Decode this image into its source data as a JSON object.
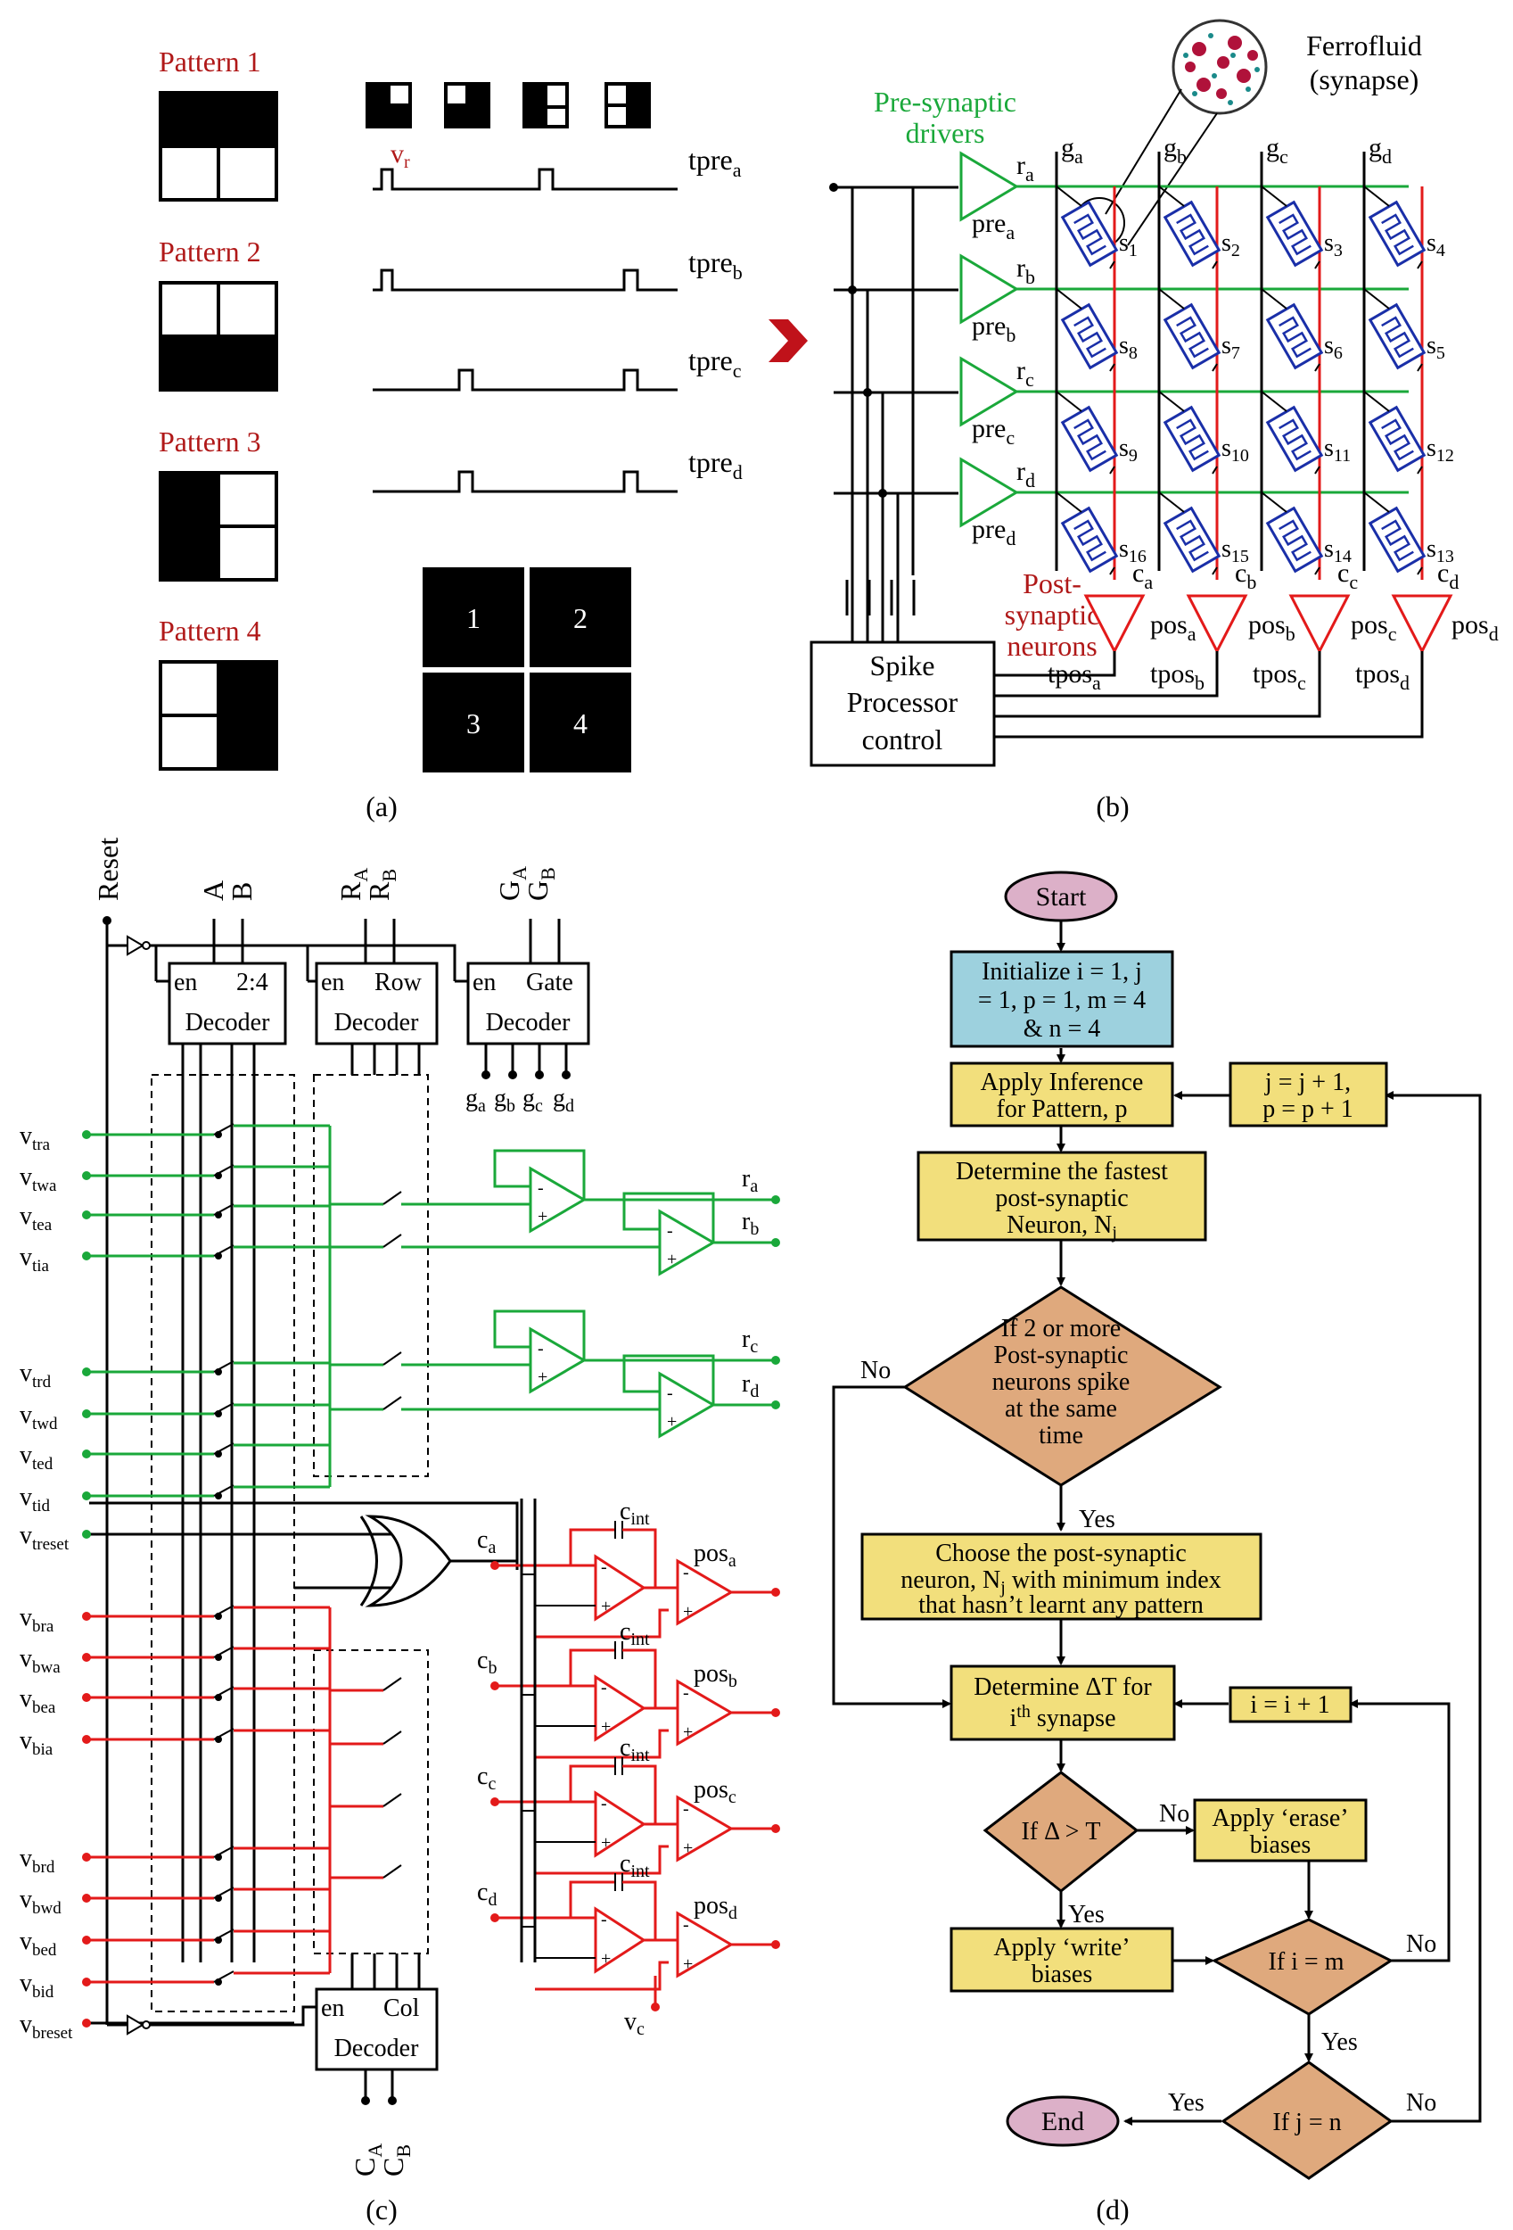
{
  "panel_a": {
    "caption": "(a)",
    "patterns": [
      "Pattern 1",
      "Pattern 2",
      "Pattern 3",
      "Pattern 4"
    ],
    "vr_label": "v",
    "vr_sub": "r",
    "signals": [
      {
        "base": "tpre",
        "sub": "a"
      },
      {
        "base": "tpre",
        "sub": "b"
      },
      {
        "base": "tpre",
        "sub": "c"
      },
      {
        "base": "tpre",
        "sub": "d"
      }
    ],
    "grid_numbers": [
      "1",
      "2",
      "3",
      "4"
    ]
  },
  "panel_b": {
    "caption": "(b)",
    "ferrofluid_label_1": "Ferrofluid",
    "ferrofluid_label_2": "(synapse)",
    "pre_label_1": "Pre-synaptic",
    "pre_label_2": "drivers",
    "post_label_1": "Post-",
    "post_label_2": "synaptic",
    "post_label_3": "neurons",
    "spike_1": "Spike",
    "spike_2": "Processor",
    "spike_3": "control",
    "gates": [
      "a",
      "b",
      "c",
      "d"
    ],
    "rows": [
      "a",
      "b",
      "c",
      "d"
    ],
    "synapse_labels": [
      "1",
      "2",
      "3",
      "4",
      "8",
      "7",
      "6",
      "5",
      "9",
      "10",
      "11",
      "12",
      "16",
      "15",
      "14",
      "13"
    ],
    "cols": [
      "a",
      "b",
      "c",
      "d"
    ]
  },
  "panel_c": {
    "caption": "(c)",
    "reset": "Reset",
    "decoder_inputs": [
      "A",
      "B"
    ],
    "row_inputs": [
      "R",
      "R"
    ],
    "row_input_subs": [
      "A",
      "B"
    ],
    "gate_inputs": [
      "G",
      "G"
    ],
    "gate_input_subs": [
      "A",
      "B"
    ],
    "decoder_label_1": "2:4",
    "decoder_label_2": "Decoder",
    "row_decoder_1": "Row",
    "row_decoder_2": "Decoder",
    "gate_decoder_1": "Gate",
    "gate_decoder_2": "Decoder",
    "col_decoder_1": "Col",
    "col_decoder_2": "Decoder",
    "en": "en",
    "gate_outputs": [
      "a",
      "b",
      "c",
      "d"
    ],
    "top_inputs": [
      "tra",
      "twa",
      "tea",
      "tia",
      "trd",
      "twd",
      "ted",
      "tid",
      "treset"
    ],
    "bottom_inputs": [
      "bra",
      "bwa",
      "bea",
      "bia",
      "brd",
      "bwd",
      "bed",
      "bid",
      "breset"
    ],
    "r_outputs": [
      "a",
      "b",
      "c",
      "d"
    ],
    "c_inputs": [
      "a",
      "b",
      "c",
      "d"
    ],
    "pos_outputs": [
      "a",
      "b",
      "c",
      "d"
    ],
    "cint": "int",
    "vc_sub": "c",
    "col_inputs": [
      "C",
      "C"
    ],
    "col_input_subs": [
      "A",
      "B"
    ]
  },
  "panel_d": {
    "caption": "(d)",
    "start": "Start",
    "init": [
      "Initialize i = 1, j",
      "= 1, p = 1, m = 4",
      "& n = 4"
    ],
    "apply_inference": [
      "Apply Inference",
      "for Pattern, p"
    ],
    "jp_update": [
      "j = j + 1,",
      "p = p + 1"
    ],
    "fastest": [
      "Determine the fastest",
      "post-synaptic",
      "Neuron, N"
    ],
    "fastest_sub": "j",
    "decision_1": [
      "If 2 or more",
      "Post-synaptic",
      "neurons spike",
      "at the same",
      "time"
    ],
    "no": "No",
    "yes": "Yes",
    "choose": [
      "Choose the post-synaptic",
      "neuron, N",
      " with minimum index",
      "that hasn’t learnt any pattern"
    ],
    "choose_sub": "j",
    "delta_t": [
      "Determine ΔT for",
      "i",
      "th",
      " synapse"
    ],
    "i_update": "i = i + 1",
    "decision_2": "If Δ > T",
    "erase": [
      "Apply ‘erase’",
      "biases"
    ],
    "write": [
      "Apply ‘write’",
      "biases"
    ],
    "decision_3": "If i = m",
    "decision_4": "If j = n",
    "end": "End",
    "colors": {
      "terminal": "#dcb0c8",
      "init": "#9dd1de",
      "process": "#f2df7c",
      "decision": "#dfa97d"
    }
  }
}
